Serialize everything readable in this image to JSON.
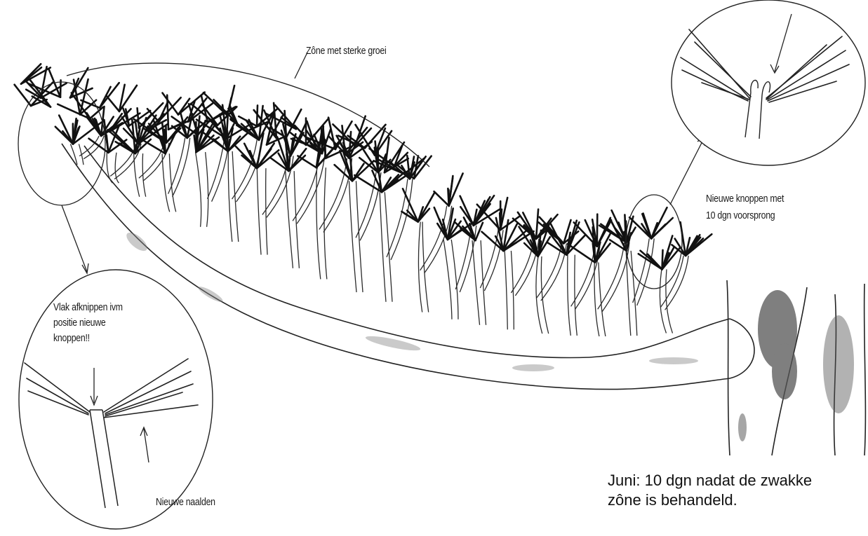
{
  "labels": {
    "growth_zone": "Zône met sterke groei",
    "new_buds_line1": "Nieuwe knoppen met",
    "new_buds_line2": "10 dgn voorsprong",
    "cut_line1": "Vlak afknippen ivm",
    "cut_line2": "positie nieuwe",
    "cut_line3": "knoppen!!",
    "new_needles": "Nieuwe naalden",
    "caption_line1": "Juni: 10 dgn nadat de zwakke",
    "caption_line2": "zône is behandeld."
  },
  "colors": {
    "ink": "#1a1a1a",
    "wood_shade": "#8a8a8a",
    "background": "#ffffff"
  }
}
